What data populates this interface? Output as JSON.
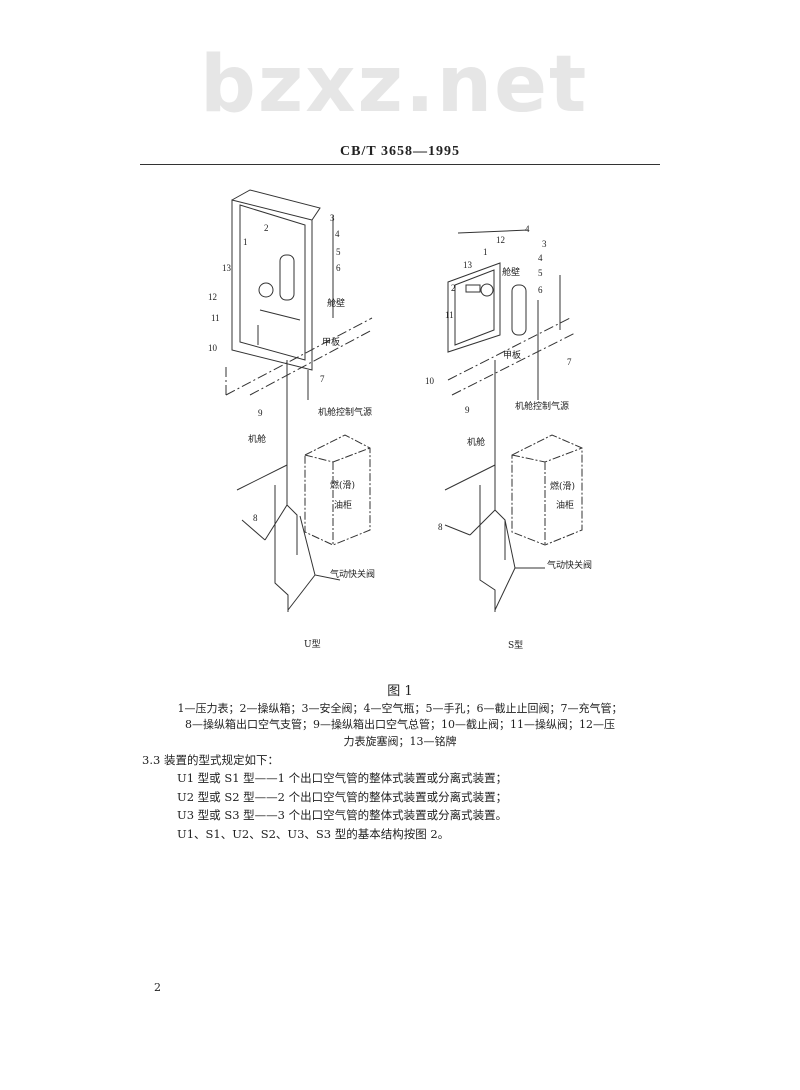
{
  "watermark": "bzxz.net",
  "header": "CB/T 3658—1995",
  "figure": {
    "left": {
      "numbers": [
        "3",
        "2",
        "1",
        "13",
        "4",
        "5",
        "6",
        "12",
        "11",
        "10",
        "7",
        "9",
        "8"
      ],
      "bulkhead": "舱壁",
      "deck": "甲板",
      "air_source": "机舱控制气源",
      "engine_room": "机舱",
      "tank_line1": "燃(滑)",
      "tank_line2": "油柜",
      "quick_valve": "气动快关阀",
      "type": "U型"
    },
    "right": {
      "numbers": [
        "4",
        "12",
        "1",
        "3",
        "13",
        "4",
        "5",
        "2",
        "6",
        "11",
        "7",
        "10",
        "9",
        "8"
      ],
      "bulkhead": "舱壁",
      "deck": "甲板",
      "air_source": "机舱控制气源",
      "engine_room": "机舱",
      "tank_line1": "燃(滑)",
      "tank_line2": "油柜",
      "quick_valve": "气动快关阀",
      "type": "S型"
    },
    "title": "图 1",
    "legend": [
      "1—压力表；2—操纵箱；3—安全阀；4—空气瓶；5—手孔；6—截止止回阀；7—充气管；",
      "8—操纵箱出口空气支管；9—操纵箱出口空气总管；10—截止阀；11—操纵阀；12—压",
      "力表旋塞阀；13—铭牌"
    ]
  },
  "section": {
    "heading": "3.3  装置的型式规定如下：",
    "items": [
      "U1 型或 S1 型——1 个出口空气管的整体式装置或分离式装置；",
      "U2 型或 S2 型——2 个出口空气管的整体式装置或分离式装置；",
      "U3 型或 S3 型——3 个出口空气管的整体式装置或分离式装置。",
      "U1、S1、U2、S2、U3、S3 型的基本结构按图 2。"
    ]
  },
  "page_number": "2"
}
